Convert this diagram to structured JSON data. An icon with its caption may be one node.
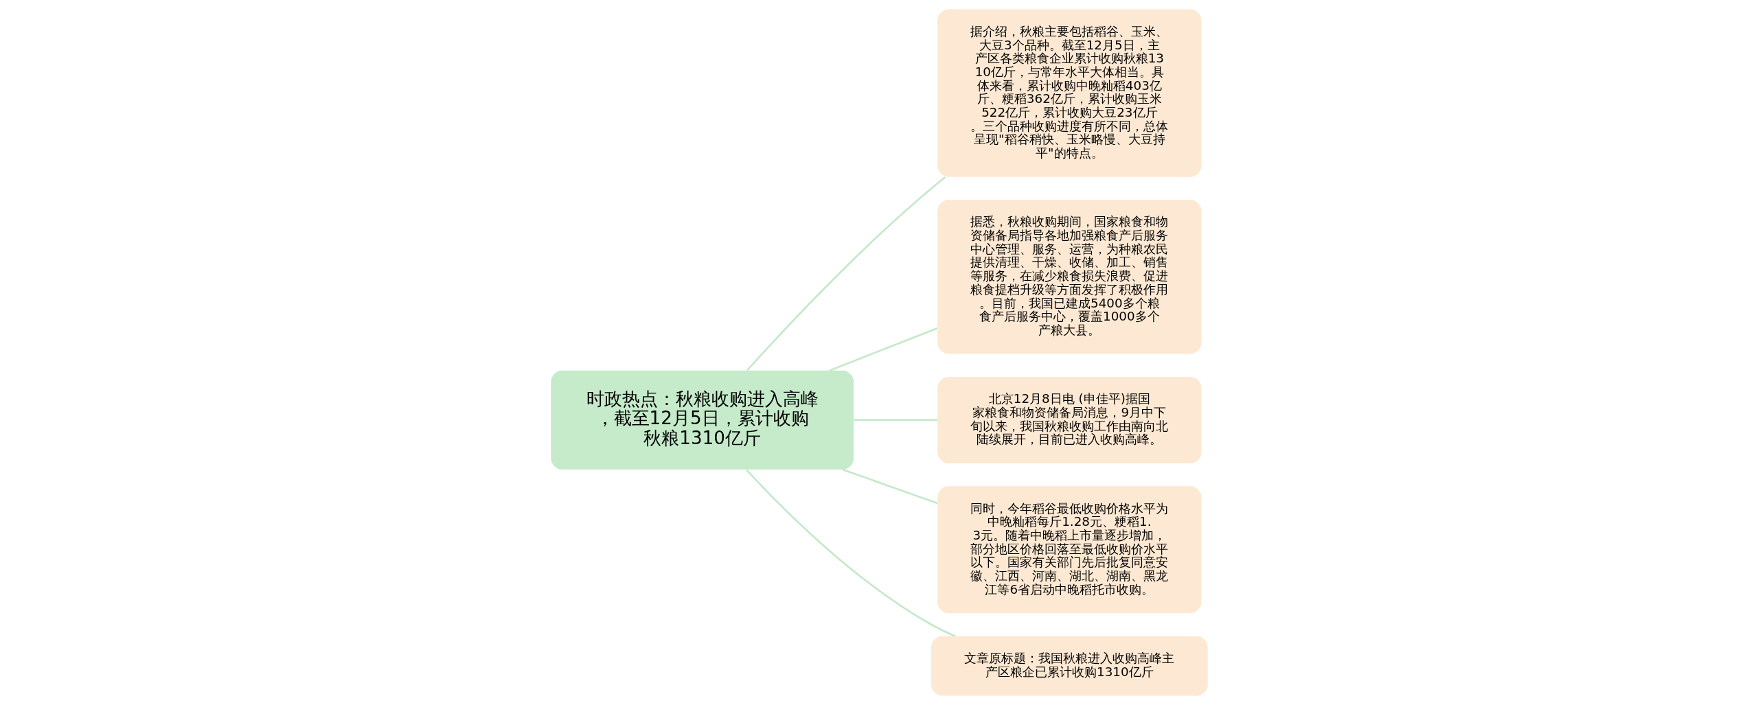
{
  "diagram": {
    "nodes": [
      {
        "text": [
          "时政热点：秋粮收购进入高峰，截至12月5日，累计收购秋粮1310亿斤"
        ]
      },
      {
        "text": [
          "据介绍，秋粮主要包括稻谷、玉米、大豆3个品种。截至12月5日，主产区各类粮食企业累计收购秋粮1310亿斤，与常年水平大体相当。具体来看，累计收购中晚籼稻403亿斤、粳稻362亿斤，累计收购玉米522亿斤，累计收购大豆23亿斤。三个品种收购进度有所不同，总体呈现\"稻谷稍快、玉米略慢、大豆持平\"的特点。"
        ]
      },
      {
        "text": [
          "据悉，秋粮收购期间，国家粮食和物资储备局指导各地加强粮食产后服务中心管理、服务、运营，为种粮农民提供清理、干燥、收储、加工、销售等服务，在减少粮食损失浪费、促进粮食提档升级等方面发挥了积极作用。目前，我国已建成5400多个粮食产后服务中心，覆盖1000多个产粮大县。"
        ]
      },
      {
        "text": [
          "北京12月8日电 (申佳平)据国家粮食和物资储备局消息，9月中下旬以来，我国秋粮收购工作由南向北陆续展开，目前已进入收购高峰。"
        ]
      },
      {
        "text": [
          "同时，今年稻谷最低收购价格水平为中晚籼稻每斤1.28元、粳稻1.3元。随着中晚稻上市量逐步增加，部分地区价格回落至最低收购价水平以下。国家有关部门先后批复同意安徽、江西、河南、湖北、湖南、黑龙江等6省启动中晚稻托市收购。"
        ]
      },
      {
        "text": [
          "文章原标题：我国秋粮进入收购高峰主产区粮企已累计收购1310亿斤"
        ]
      }
    ],
    "edges": [
      {
        "from": 0,
        "to": 1,
        "arrow": "none"
      },
      {
        "from": 0,
        "to": 2,
        "arrow": "none"
      },
      {
        "from": 0,
        "to": 3,
        "arrow": "none"
      },
      {
        "from": 0,
        "to": 4,
        "arrow": "none"
      },
      {
        "from": 0,
        "to": 5,
        "arrow": "none"
      }
    ]
  }
}
